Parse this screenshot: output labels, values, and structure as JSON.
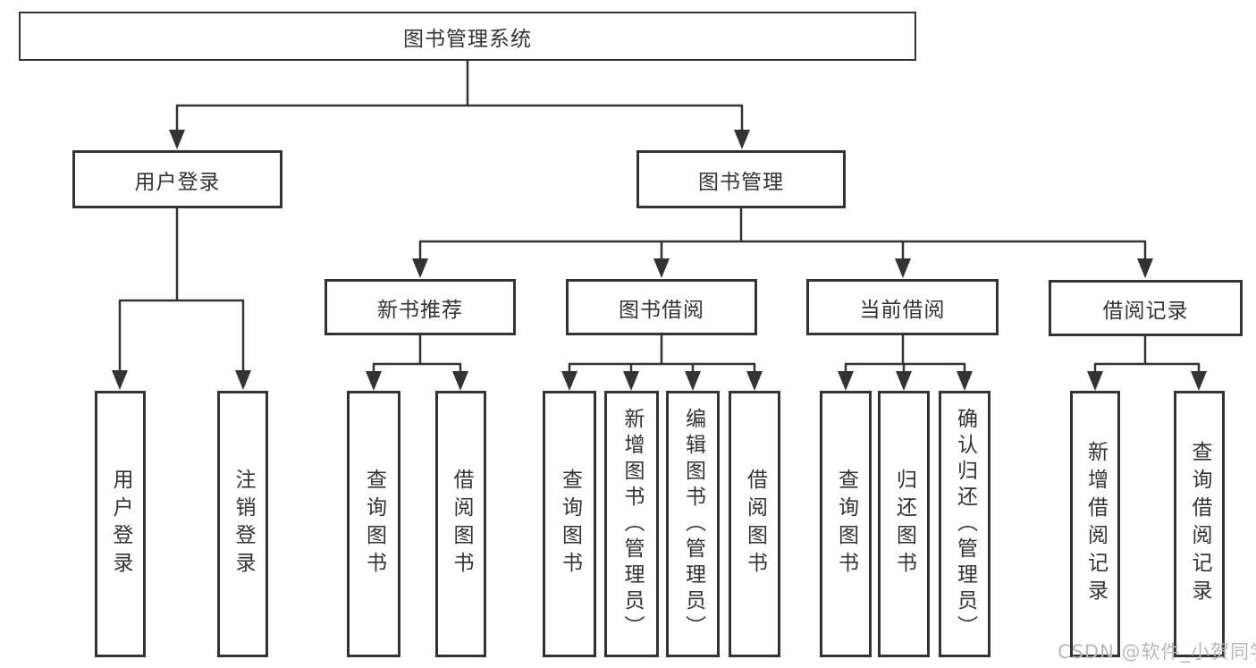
{
  "tree": {
    "label": "图书管理系统",
    "children": [
      {
        "label": "用户登录",
        "children": [
          {
            "label": "用户登录"
          },
          {
            "label": "注销登录"
          }
        ]
      },
      {
        "label": "图书管理",
        "children": [
          {
            "label": "新书推荐",
            "children": [
              {
                "label": "查询图书"
              },
              {
                "label": "借阅图书"
              }
            ]
          },
          {
            "label": "图书借阅",
            "children": [
              {
                "label": "查询图书"
              },
              {
                "label": "新增图书（管理员）"
              },
              {
                "label": "编辑图书（管理员）"
              },
              {
                "label": "借阅图书"
              }
            ]
          },
          {
            "label": "当前借阅",
            "children": [
              {
                "label": "查询图书"
              },
              {
                "label": "归还图书"
              },
              {
                "label": "确认归还（管理员）"
              }
            ]
          },
          {
            "label": "借阅记录",
            "children": [
              {
                "label": "新增借阅记录"
              },
              {
                "label": "查询借阅记录"
              }
            ]
          }
        ]
      }
    ]
  },
  "watermark": {
    "text": "CSDN @软件_小贺同学"
  },
  "colors": {
    "line": "#333333",
    "text": "#333333",
    "background": "#ffffff",
    "watermark": "#b4b9bf"
  }
}
